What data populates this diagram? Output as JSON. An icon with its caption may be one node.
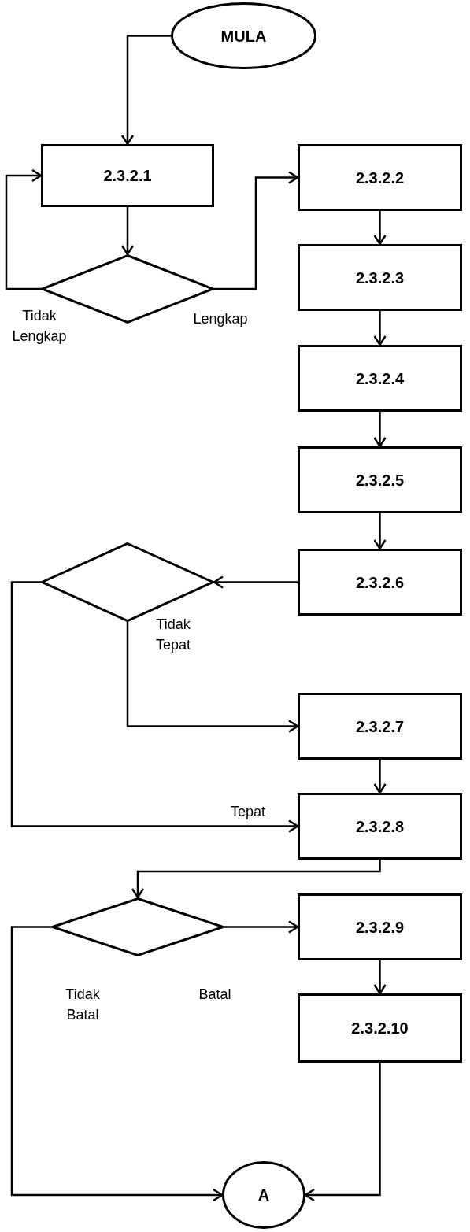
{
  "diagram": {
    "nodes": [
      {
        "text": [
          "MULA"
        ]
      },
      {
        "text": [
          "2.3.2.1"
        ]
      },
      {
        "text": [],
        "shape": "diamond"
      },
      {
        "text": [
          "2.3.2.2"
        ]
      },
      {
        "text": [
          "2.3.2.3"
        ]
      },
      {
        "text": [
          "2.3.2.4"
        ]
      },
      {
        "text": [
          "2.3.2.5"
        ]
      },
      {
        "text": [
          "2.3.2.6"
        ]
      },
      {
        "text": [],
        "shape": "diamond"
      },
      {
        "text": [
          "2.3.2.7"
        ]
      },
      {
        "text": [
          "2.3.2.8"
        ]
      },
      {
        "text": [],
        "shape": "diamond"
      },
      {
        "text": [
          "2.3.2.9"
        ]
      },
      {
        "text": [
          "2.3.2.10"
        ]
      },
      {
        "text": [
          "A"
        ]
      }
    ],
    "edges": [
      {
        "from": 0,
        "to": 1,
        "arrow": "to"
      },
      {
        "from": 1,
        "to": 2,
        "arrow": "to"
      },
      {
        "from": 2,
        "to": 1,
        "arrow": "to",
        "label": "Tidak Lengkap"
      },
      {
        "from": 2,
        "to": 3,
        "arrow": "to",
        "label": "Lengkap"
      },
      {
        "from": 3,
        "to": 4,
        "arrow": "to"
      },
      {
        "from": 4,
        "to": 5,
        "arrow": "to"
      },
      {
        "from": 5,
        "to": 6,
        "arrow": "to"
      },
      {
        "from": 6,
        "to": 7,
        "arrow": "to"
      },
      {
        "from": 7,
        "to": 8,
        "arrow": "to"
      },
      {
        "from": 8,
        "to": 9,
        "arrow": "to",
        "label": "Tidak Tepat"
      },
      {
        "from": 8,
        "to": 10,
        "arrow": "to",
        "label": "Tepat"
      },
      {
        "from": 9,
        "to": 10,
        "arrow": "to"
      },
      {
        "from": 10,
        "to": 11,
        "arrow": "to"
      },
      {
        "from": 11,
        "to": 12,
        "arrow": "to",
        "label": "Batal"
      },
      {
        "from": 11,
        "to": 14,
        "arrow": "to",
        "label": "Tidak Batal"
      },
      {
        "from": 12,
        "to": 13,
        "arrow": "to"
      },
      {
        "from": 13,
        "to": 14,
        "arrow": "to"
      }
    ]
  }
}
